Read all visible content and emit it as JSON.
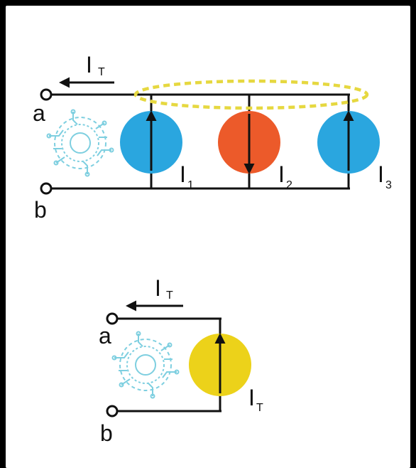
{
  "colors": {
    "background": "#000000",
    "panel": "#ffffff",
    "wire": "#111111",
    "blue_source": "#2aa6df",
    "red_source": "#ec5a2a",
    "yellow_source": "#ecd21a",
    "equivalence_ellipse": "#e6d840",
    "chip_icon": "#7ecfe0"
  },
  "top_circuit": {
    "total_current": {
      "main": "I",
      "sub": "T"
    },
    "terminal_a": "a",
    "terminal_b": "b",
    "sources": [
      {
        "main": "I",
        "sub": "1",
        "direction": "up",
        "color": "blue"
      },
      {
        "main": "I",
        "sub": "2",
        "direction": "down",
        "color": "red"
      },
      {
        "main": "I",
        "sub": "3",
        "direction": "up",
        "color": "blue"
      }
    ],
    "icon": "circuit-chip-icon"
  },
  "bottom_circuit": {
    "total_current": {
      "main": "I",
      "sub": "T"
    },
    "terminal_a": "a",
    "terminal_b": "b",
    "source": {
      "main": "I",
      "sub": "T",
      "direction": "up",
      "color": "yellow"
    },
    "icon": "circuit-chip-icon"
  }
}
